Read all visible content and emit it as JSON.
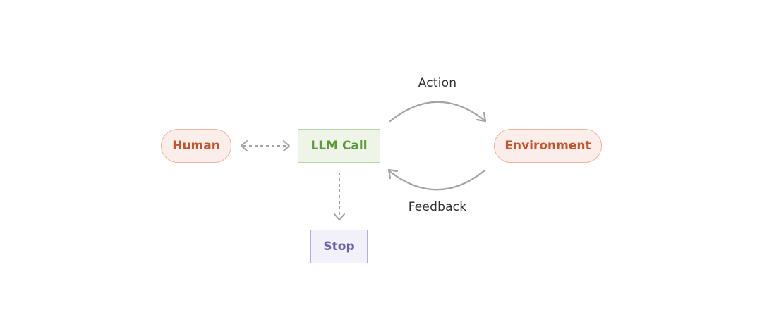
{
  "diagram": {
    "nodes": {
      "human": "Human",
      "llm_call": "LLM Call",
      "environment": "Environment",
      "stop": "Stop"
    },
    "edges": {
      "action": "Action",
      "feedback": "Feedback"
    },
    "colors": {
      "human_fill": "#fbeeea",
      "human_text": "#c4542c",
      "llm_fill": "#eef5e8",
      "llm_text": "#5c9a38",
      "stop_fill": "#f2f1fa",
      "stop_text": "#6a63a6",
      "arrow": "#a3a3a0"
    }
  }
}
